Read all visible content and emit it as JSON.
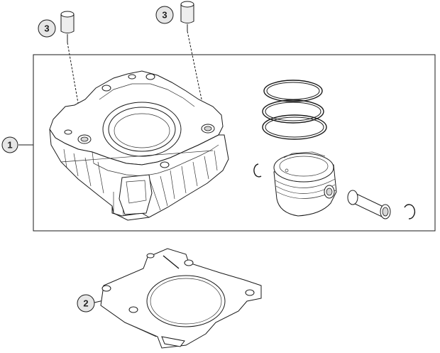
{
  "callouts": [
    {
      "id": "callout-cylinder-assembly",
      "label": "1"
    },
    {
      "id": "callout-base-gasket",
      "label": "2"
    },
    {
      "id": "callout-dowel-left",
      "label": "3"
    },
    {
      "id": "callout-dowel-right",
      "label": "3"
    }
  ],
  "colors": {
    "line": "#1a1a1a",
    "background": "#ffffff",
    "callout_fill": "#e6e6e6"
  }
}
